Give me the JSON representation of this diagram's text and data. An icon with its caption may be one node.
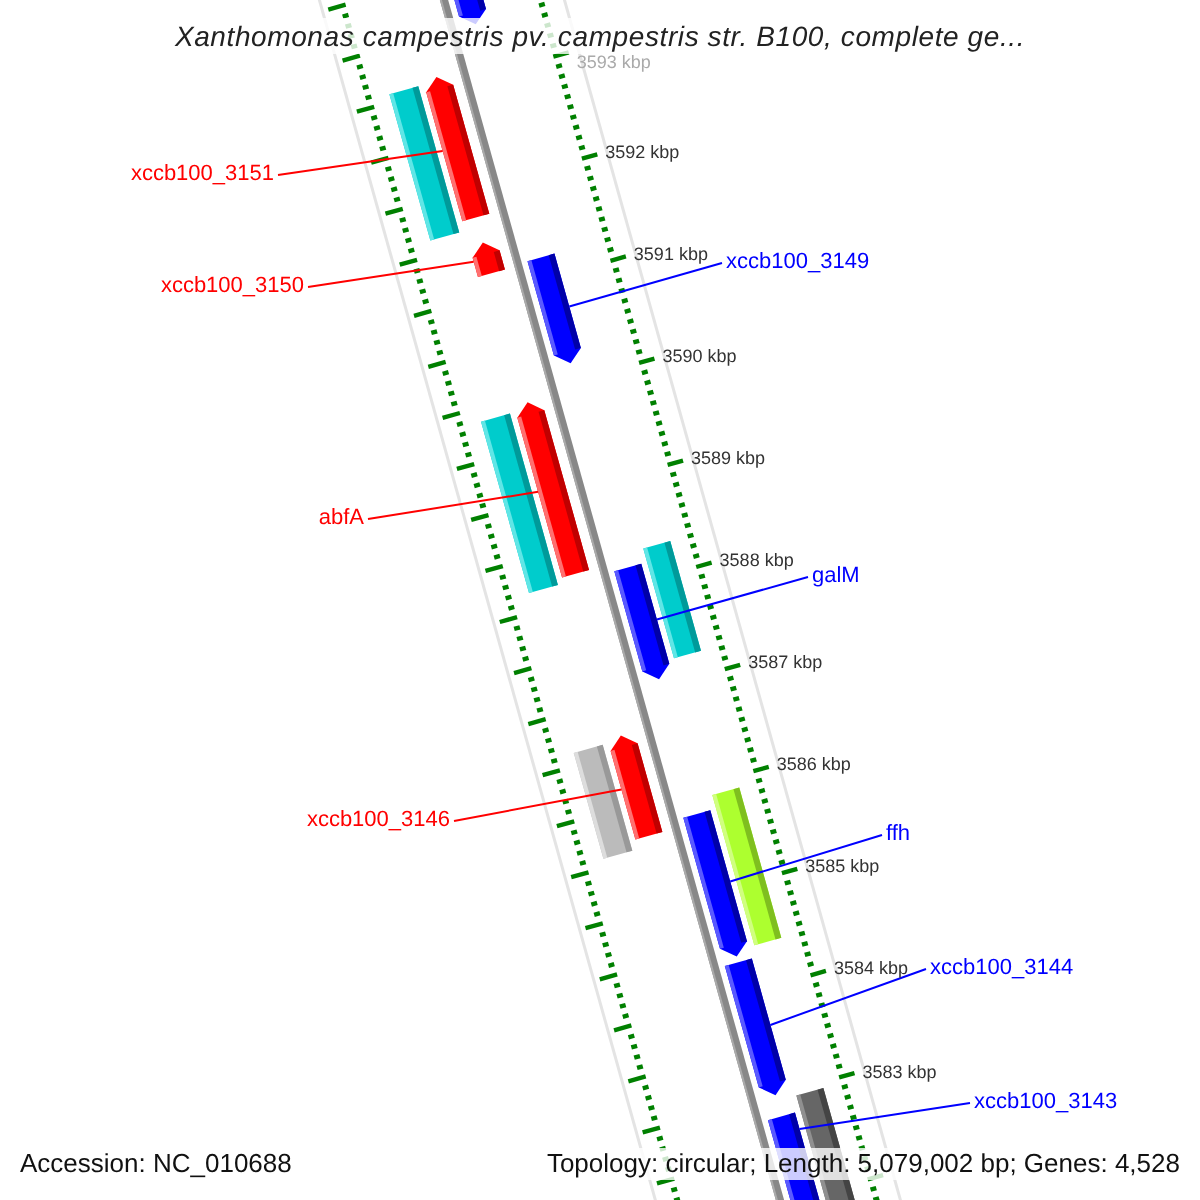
{
  "diagram": {
    "title": "Xanthomonas campestris pv. campestris str. B100, complete ge...",
    "nodes": [
      {
        "text": [
          "xccb100_3151"
        ]
      },
      {
        "text": [
          "xccb100_3150"
        ]
      },
      {
        "text": [
          "xccb100_3149"
        ]
      },
      {
        "text": [
          "abfA"
        ]
      },
      {
        "text": [
          "galM"
        ]
      },
      {
        "text": [
          "xccb100_3146"
        ]
      },
      {
        "text": [
          "ffh"
        ]
      },
      {
        "text": [
          "xccb100_3144"
        ]
      },
      {
        "text": [
          "xccb100_3143"
        ]
      },
      {
        "text": [],
        "shape": "bar"
      },
      {
        "text": [],
        "shape": "bar"
      },
      {
        "text": [],
        "shape": "bar"
      },
      {
        "text": [],
        "shape": "bar"
      },
      {
        "text": [],
        "shape": "bar"
      },
      {
        "text": [],
        "shape": "bar"
      },
      {
        "text": [],
        "shape": "bar"
      },
      {
        "text": [],
        "shape": "bar"
      },
      {
        "text": [],
        "shape": "bar"
      }
    ],
    "edges": [
      {
        "from": 0,
        "to": 9,
        "arrow": "none",
        "color": "#ff0000"
      },
      {
        "from": 1,
        "to": 10,
        "arrow": "none",
        "color": "#ff0000"
      },
      {
        "from": 2,
        "to": 11,
        "arrow": "none"
      },
      {
        "from": 3,
        "to": 12,
        "arrow": "none",
        "color": "#ff0000"
      },
      {
        "from": 4,
        "to": 13,
        "arrow": "none"
      },
      {
        "from": 5,
        "to": 14,
        "arrow": "none",
        "color": "#ff0000"
      },
      {
        "from": 6,
        "to": 15,
        "arrow": "none"
      },
      {
        "from": 7,
        "to": 16,
        "arrow": "none"
      },
      {
        "from": 8,
        "to": 17,
        "arrow": "none"
      }
    ],
    "labels": [
      "3593 kbp",
      "3592 kbp",
      "3591 kbp",
      "3590 kbp",
      "3589 kbp",
      "3588 kbp",
      "3587 kbp",
      "3586 kbp",
      "3585 kbp",
      "3584 kbp",
      "3583 kbp",
      "Accession: NC_010688",
      "Topology: circular; Length: 5,079,002 bp; Genes: 4,528"
    ]
  }
}
